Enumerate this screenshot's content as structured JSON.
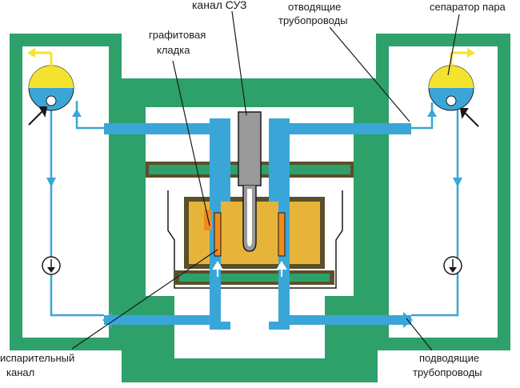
{
  "labels": {
    "control_channel": "канал СУЗ",
    "graphite_line1": "графитовая",
    "graphite_line2": "кладка",
    "outlet_line1": "отводящие",
    "outlet_line2": "трубопроводы",
    "separator": "сепаратор пара",
    "evap_line1": "испарительный",
    "evap_line2": "канал",
    "inlet_line1": "подводящие",
    "inlet_line2": "трубопроводы"
  },
  "colors": {
    "shield": "#2ea06a",
    "pipe": "#3aa6d8",
    "pipe_dark": "#1e7fb3",
    "graphite": "#e7b43a",
    "graphite_frame": "#5b4f2a",
    "separator_top": "#f5e22f",
    "rod": "#9a9a9a",
    "fuel": "#f08a1f",
    "outline": "#1a1a1a"
  },
  "icons": [
    "separator-drum-icon",
    "circulation-pump-icon",
    "flow-arrow-icon",
    "steam-outlet-arrow-icon"
  ]
}
